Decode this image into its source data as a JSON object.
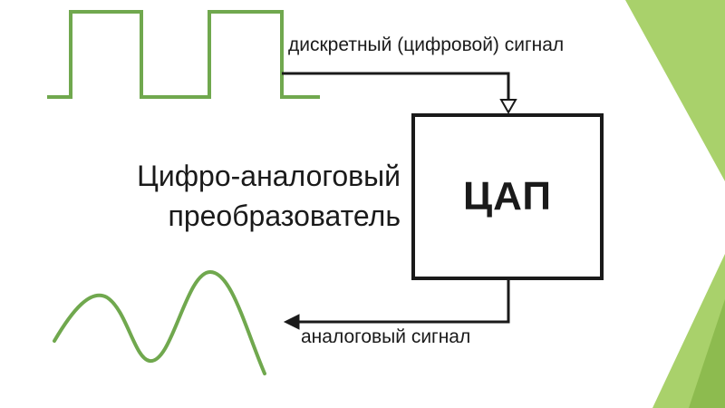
{
  "colors": {
    "signal": "#70a84e",
    "stroke": "#1a1a1a",
    "accent_light": "#a9d16b",
    "accent_dark": "#8dbb4f"
  },
  "labels": {
    "digital_signal": "дискретный (цифровой) сигнал",
    "analog_signal": "аналоговый сигнал",
    "title_line_1": "Цифро-аналоговый",
    "title_line_2": "преобразователь",
    "dac_block": "ЦАП"
  },
  "icons": {
    "input_arrow": "arrow-down-icon",
    "output_arrow": "arrow-left-icon"
  }
}
